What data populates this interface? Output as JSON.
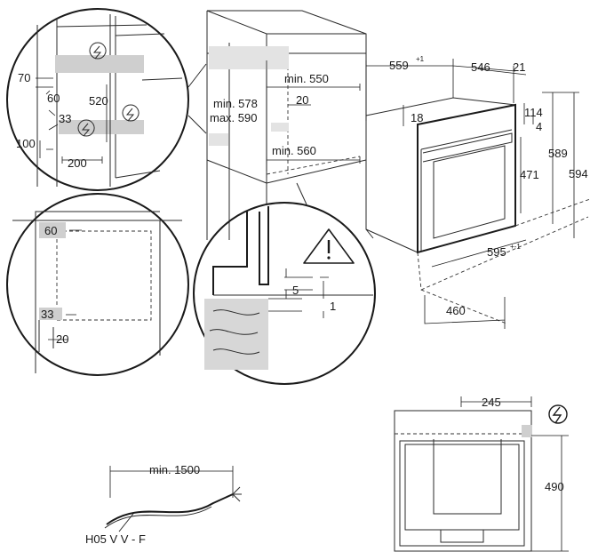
{
  "detail_top_left": {
    "dim_70": "70",
    "dim_60": "60",
    "dim_520": "520",
    "dim_33": "33",
    "dim_100": "100",
    "dim_200": "200"
  },
  "cabinet_tall": {
    "dim_min_550": "min. 550",
    "dim_20": "20",
    "dim_min_578": "min. 578",
    "dim_max_590": "max. 590",
    "dim_min_560": "min. 560"
  },
  "oven_3d": {
    "dim_559": "559",
    "dim_559_sup": "+1",
    "dim_546": "546",
    "dim_21": "21",
    "dim_18": "18",
    "dim_114": "114",
    "dim_4": "4",
    "dim_471": "471",
    "dim_589": "589",
    "dim_594": "594",
    "dim_595": "595",
    "dim_595_sup": "+-1",
    "dim_460": "460"
  },
  "detail_bottom_left": {
    "dim_60": "60",
    "dim_33": "33",
    "dim_20": "20"
  },
  "detail_bottom_center": {
    "dim_5": "5",
    "dim_1": "1",
    "warning_icon": "warning-triangle-icon"
  },
  "cable": {
    "dim_min_1500": "min. 1500",
    "cable_type": "H05 V V - F"
  },
  "oven_back": {
    "dim_245": "245",
    "dim_490": "490",
    "electric_icon": "electric-lightning-icon"
  }
}
